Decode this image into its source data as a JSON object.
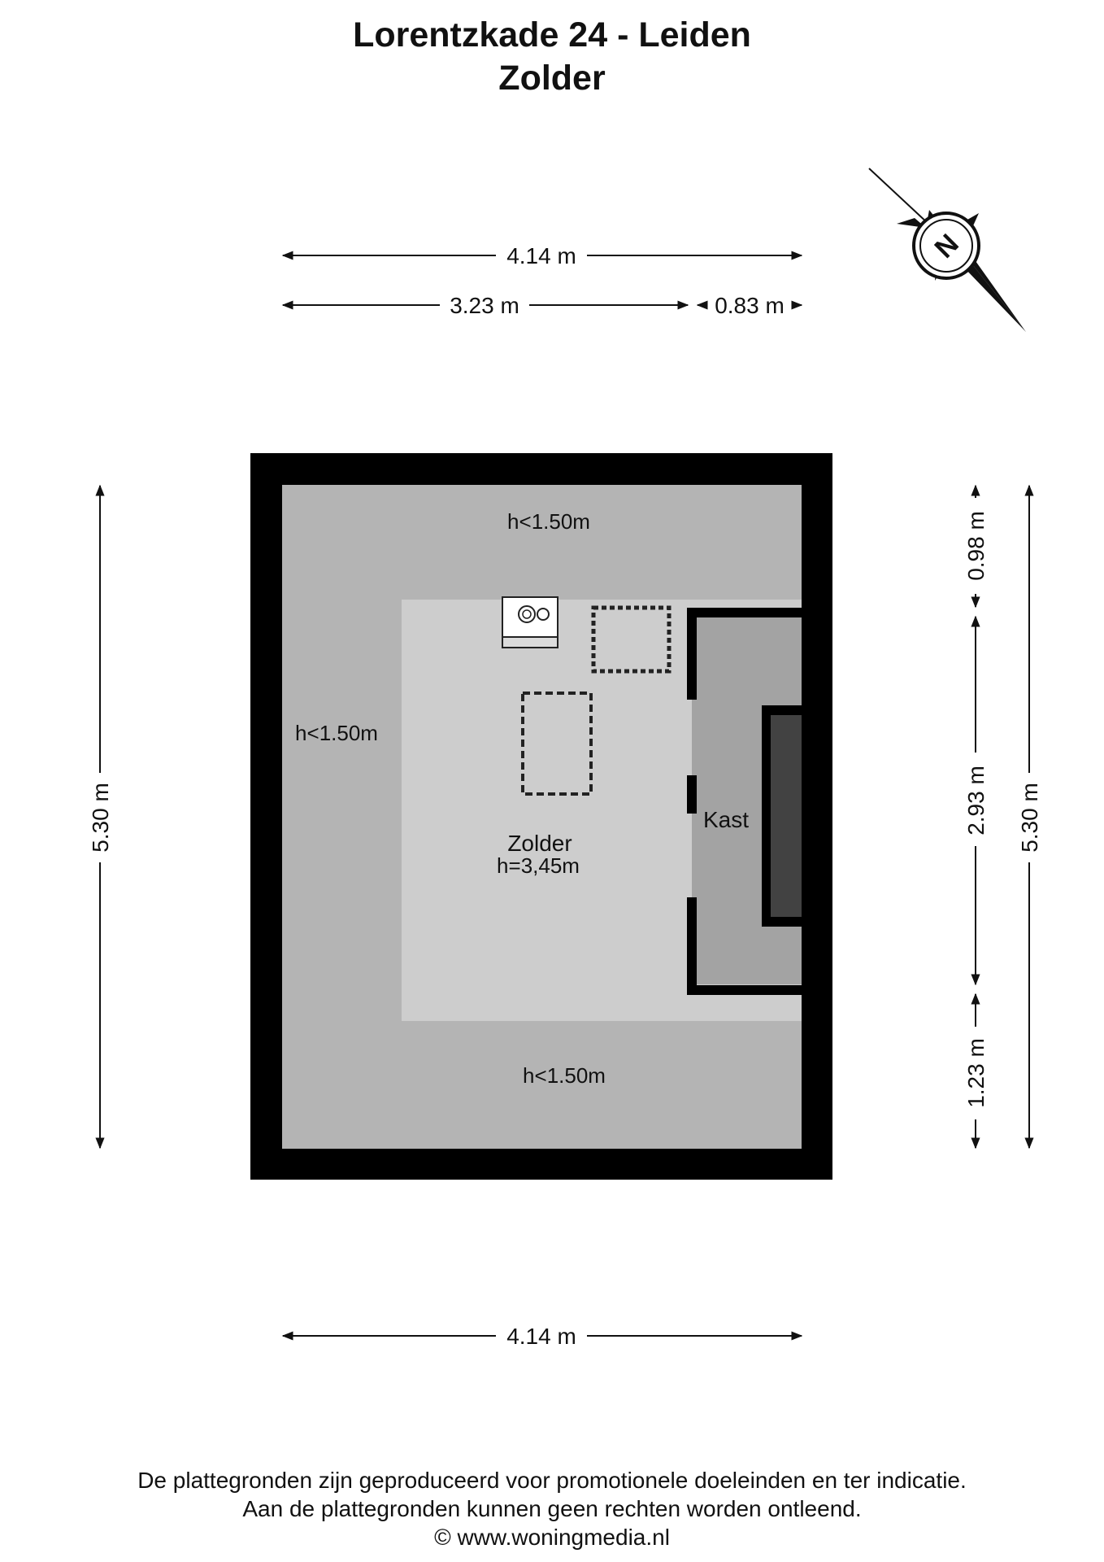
{
  "header": {
    "address": "Lorentzkade 24 - Leiden",
    "floor": "Zolder"
  },
  "dimensions": {
    "top_total": "4.14 m",
    "top_left": "3.23 m",
    "top_right": "0.83 m",
    "left_total": "5.30 m",
    "right_top": "0.98 m",
    "right_middle": "2.93 m",
    "right_bottom": "1.23 m",
    "right_total": "5.30 m",
    "bottom_total": "4.14 m"
  },
  "rooms": {
    "zolder_name": "Zolder",
    "zolder_height": "h=3,45m",
    "kast_name": "Kast",
    "low_top": "h<1.50m",
    "low_left": "h<1.50m",
    "low_bottom": "h<1.50m"
  },
  "compass": {
    "letter": "N",
    "icon": "compass-rose-icon"
  },
  "footer": {
    "line1": "De plattegronden zijn geproduceerd voor promotionele doeleinden en ter indicatie.",
    "line2": "Aan de plattegronden kunnen geen rechten worden ontleend.",
    "line3": "© www.woningmedia.nl"
  },
  "colors": {
    "wall": "#000000",
    "low_area": "#b4b4b4",
    "main_floor": "#cdcdcd",
    "kast_floor": "#a3a3a3",
    "kast_inner": "#424242"
  }
}
